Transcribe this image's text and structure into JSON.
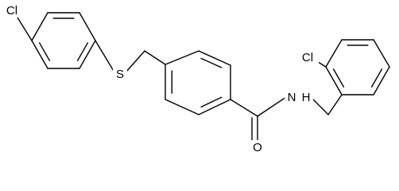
{
  "molecule": {
    "atoms": [
      {
        "id": "cl1",
        "label": "Cl"
      },
      {
        "id": "s1",
        "label": "S"
      },
      {
        "id": "o1",
        "label": "O"
      },
      {
        "id": "n1",
        "label": "N"
      },
      {
        "id": "h1",
        "label": "H"
      },
      {
        "id": "cl2",
        "label": "Cl"
      }
    ]
  }
}
